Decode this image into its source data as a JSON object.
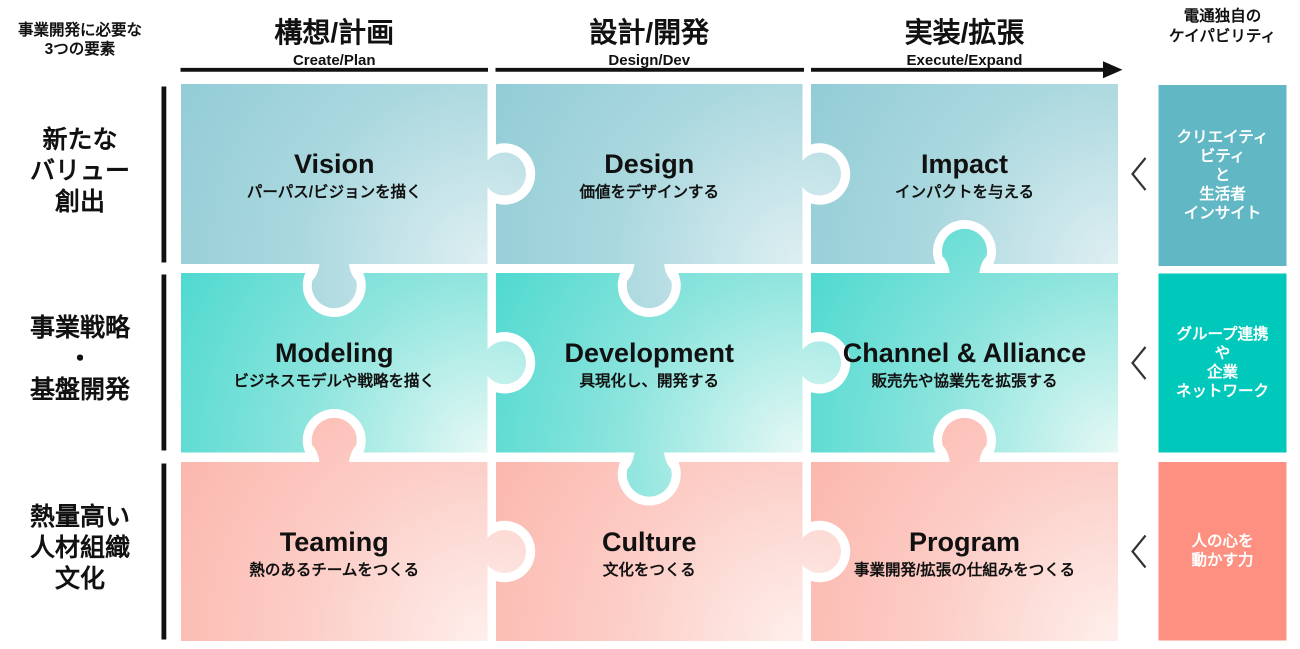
{
  "colors": {
    "background": "#FFFFFF",
    "ink": "#111111",
    "row_gradients": [
      {
        "from": "#90CBD5",
        "mid": "#ABD8DF",
        "to": "#DEEFF2"
      },
      {
        "from": "#49D8CE",
        "mid": "#8BE4DD",
        "to": "#E6F8F5"
      },
      {
        "from": "#FBB5AB",
        "mid": "#FCCDC6",
        "to": "#FEEFEC"
      }
    ],
    "capability_boxes": [
      "#61B7C3",
      "#00C9BB",
      "#FD9081"
    ],
    "capability_text": "#FFFFFF"
  },
  "header": {
    "left_label": "事業開発に必要な\n3つの要素",
    "columns": [
      {
        "jp": "構想/計画",
        "en": "Create/Plan"
      },
      {
        "jp": "設計/開発",
        "en": "Design/Dev"
      },
      {
        "jp": "実装/拡張",
        "en": "Execute/Expand"
      }
    ],
    "right_label": "電通独自の\nケイパビリティ"
  },
  "rows": [
    {
      "label": "新たな\nバリュー\n創出",
      "cells": [
        {
          "title": "Vision",
          "subtitle": "パーパス/ビジョンを描く"
        },
        {
          "title": "Design",
          "subtitle": "価値をデザインする"
        },
        {
          "title": "Impact",
          "subtitle": "インパクトを与える"
        }
      ],
      "capability": "クリエイティ\nビティ\nと\n生活者\nインサイト"
    },
    {
      "label": "事業戦略\n・\n基盤開発",
      "cells": [
        {
          "title": "Modeling",
          "subtitle": "ビジネスモデルや戦略を描く"
        },
        {
          "title": "Development",
          "subtitle": "具現化し、開発する"
        },
        {
          "title": "Channel & Alliance",
          "subtitle": "販売先や協業先を拡張する"
        }
      ],
      "capability": "グループ連携\nや\n企業\nネットワーク"
    },
    {
      "label": "熱量高い\n人材組織\n文化",
      "cells": [
        {
          "title": "Teaming",
          "subtitle": "熱のあるチームをつくる"
        },
        {
          "title": "Culture",
          "subtitle": "文化をつくる"
        },
        {
          "title": "Program",
          "subtitle": "事業開発/拡張の仕組みをつくる"
        }
      ],
      "capability": "人の心を\n動かす力"
    }
  ]
}
